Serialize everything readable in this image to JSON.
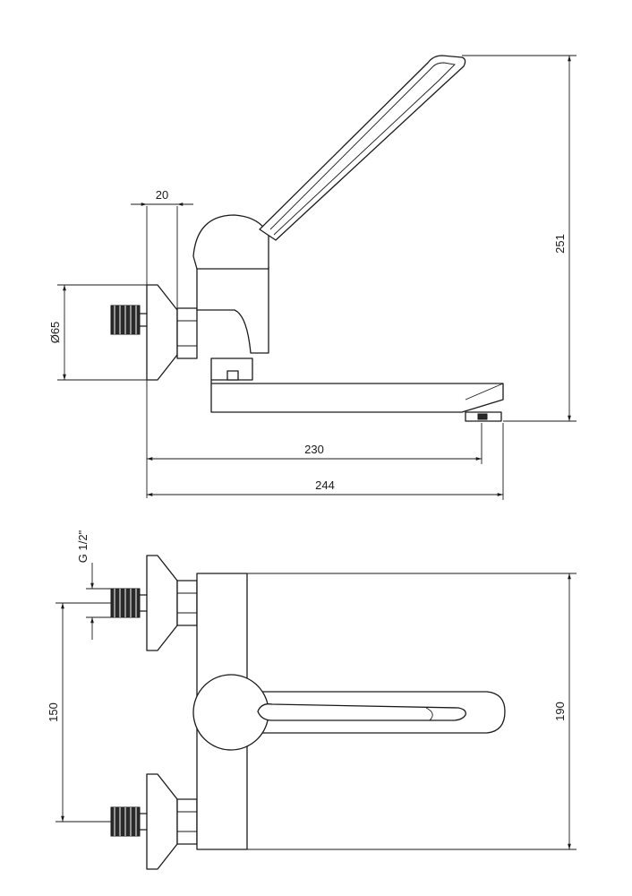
{
  "dimensions": {
    "side_view": {
      "rosette_depth": "20",
      "rosette_diameter": "Ø65",
      "total_height": "251",
      "spout_axis_reach": "230",
      "total_reach": "244"
    },
    "top_view": {
      "thread": "G 1/2\"",
      "inlet_spacing": "150",
      "body_height": "190"
    }
  }
}
